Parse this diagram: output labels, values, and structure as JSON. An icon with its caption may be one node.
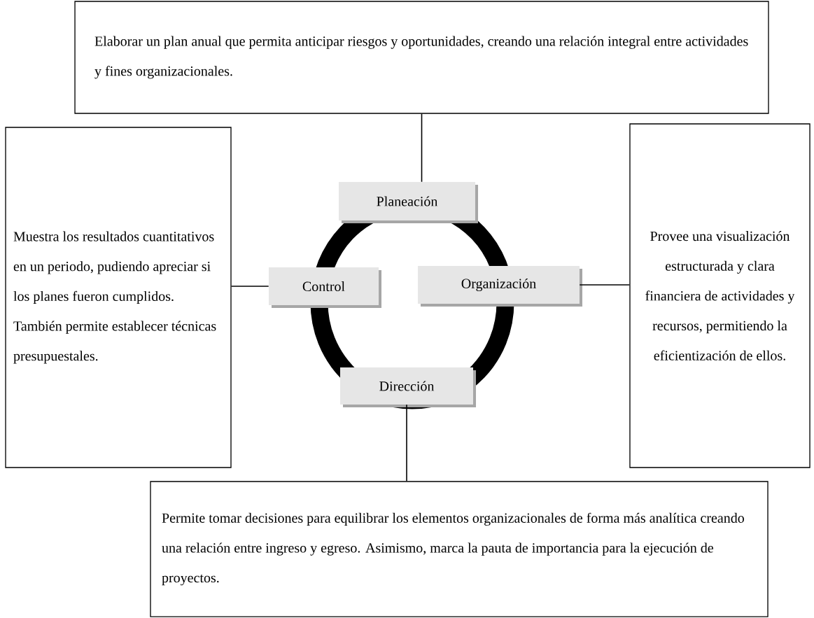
{
  "diagram": {
    "nodes": [
      {
        "text": [
          "Elaborar un plan anual que permita anticipar riesgos y oportunidades, creando una relación integral entre actividades y fines organizacionales."
        ]
      },
      {
        "text": [
          "Muestra los resultados cuantitativos en un periodo, pudiendo apreciar si los planes fueron cumplidos. También permite establecer técnicas presupuestales."
        ]
      },
      {
        "text": [
          "Planeación"
        ]
      },
      {
        "text": [
          "Control"
        ]
      },
      {
        "text": [
          "Organización"
        ]
      },
      {
        "text": [
          "Dirección"
        ]
      },
      {
        "text": [
          "Provee una visualización estructurada y clara financiera de actividades y recursos, permitiendo la eficientización de ellos."
        ]
      },
      {
        "text": [
          "Permite tomar decisiones para equilibrar los elementos organizacionales de forma más analítica creando una relación entre ingreso y egreso. Asimismo, marca la pauta de importancia para la ejecución de proyectos."
        ]
      }
    ],
    "edges": [
      {
        "from": 0,
        "to": 2,
        "arrow": "none"
      },
      {
        "from": 3,
        "to": 1,
        "arrow": "none"
      },
      {
        "from": 4,
        "to": 6,
        "arrow": "none"
      },
      {
        "from": 5,
        "to": 7,
        "arrow": "none"
      }
    ]
  }
}
